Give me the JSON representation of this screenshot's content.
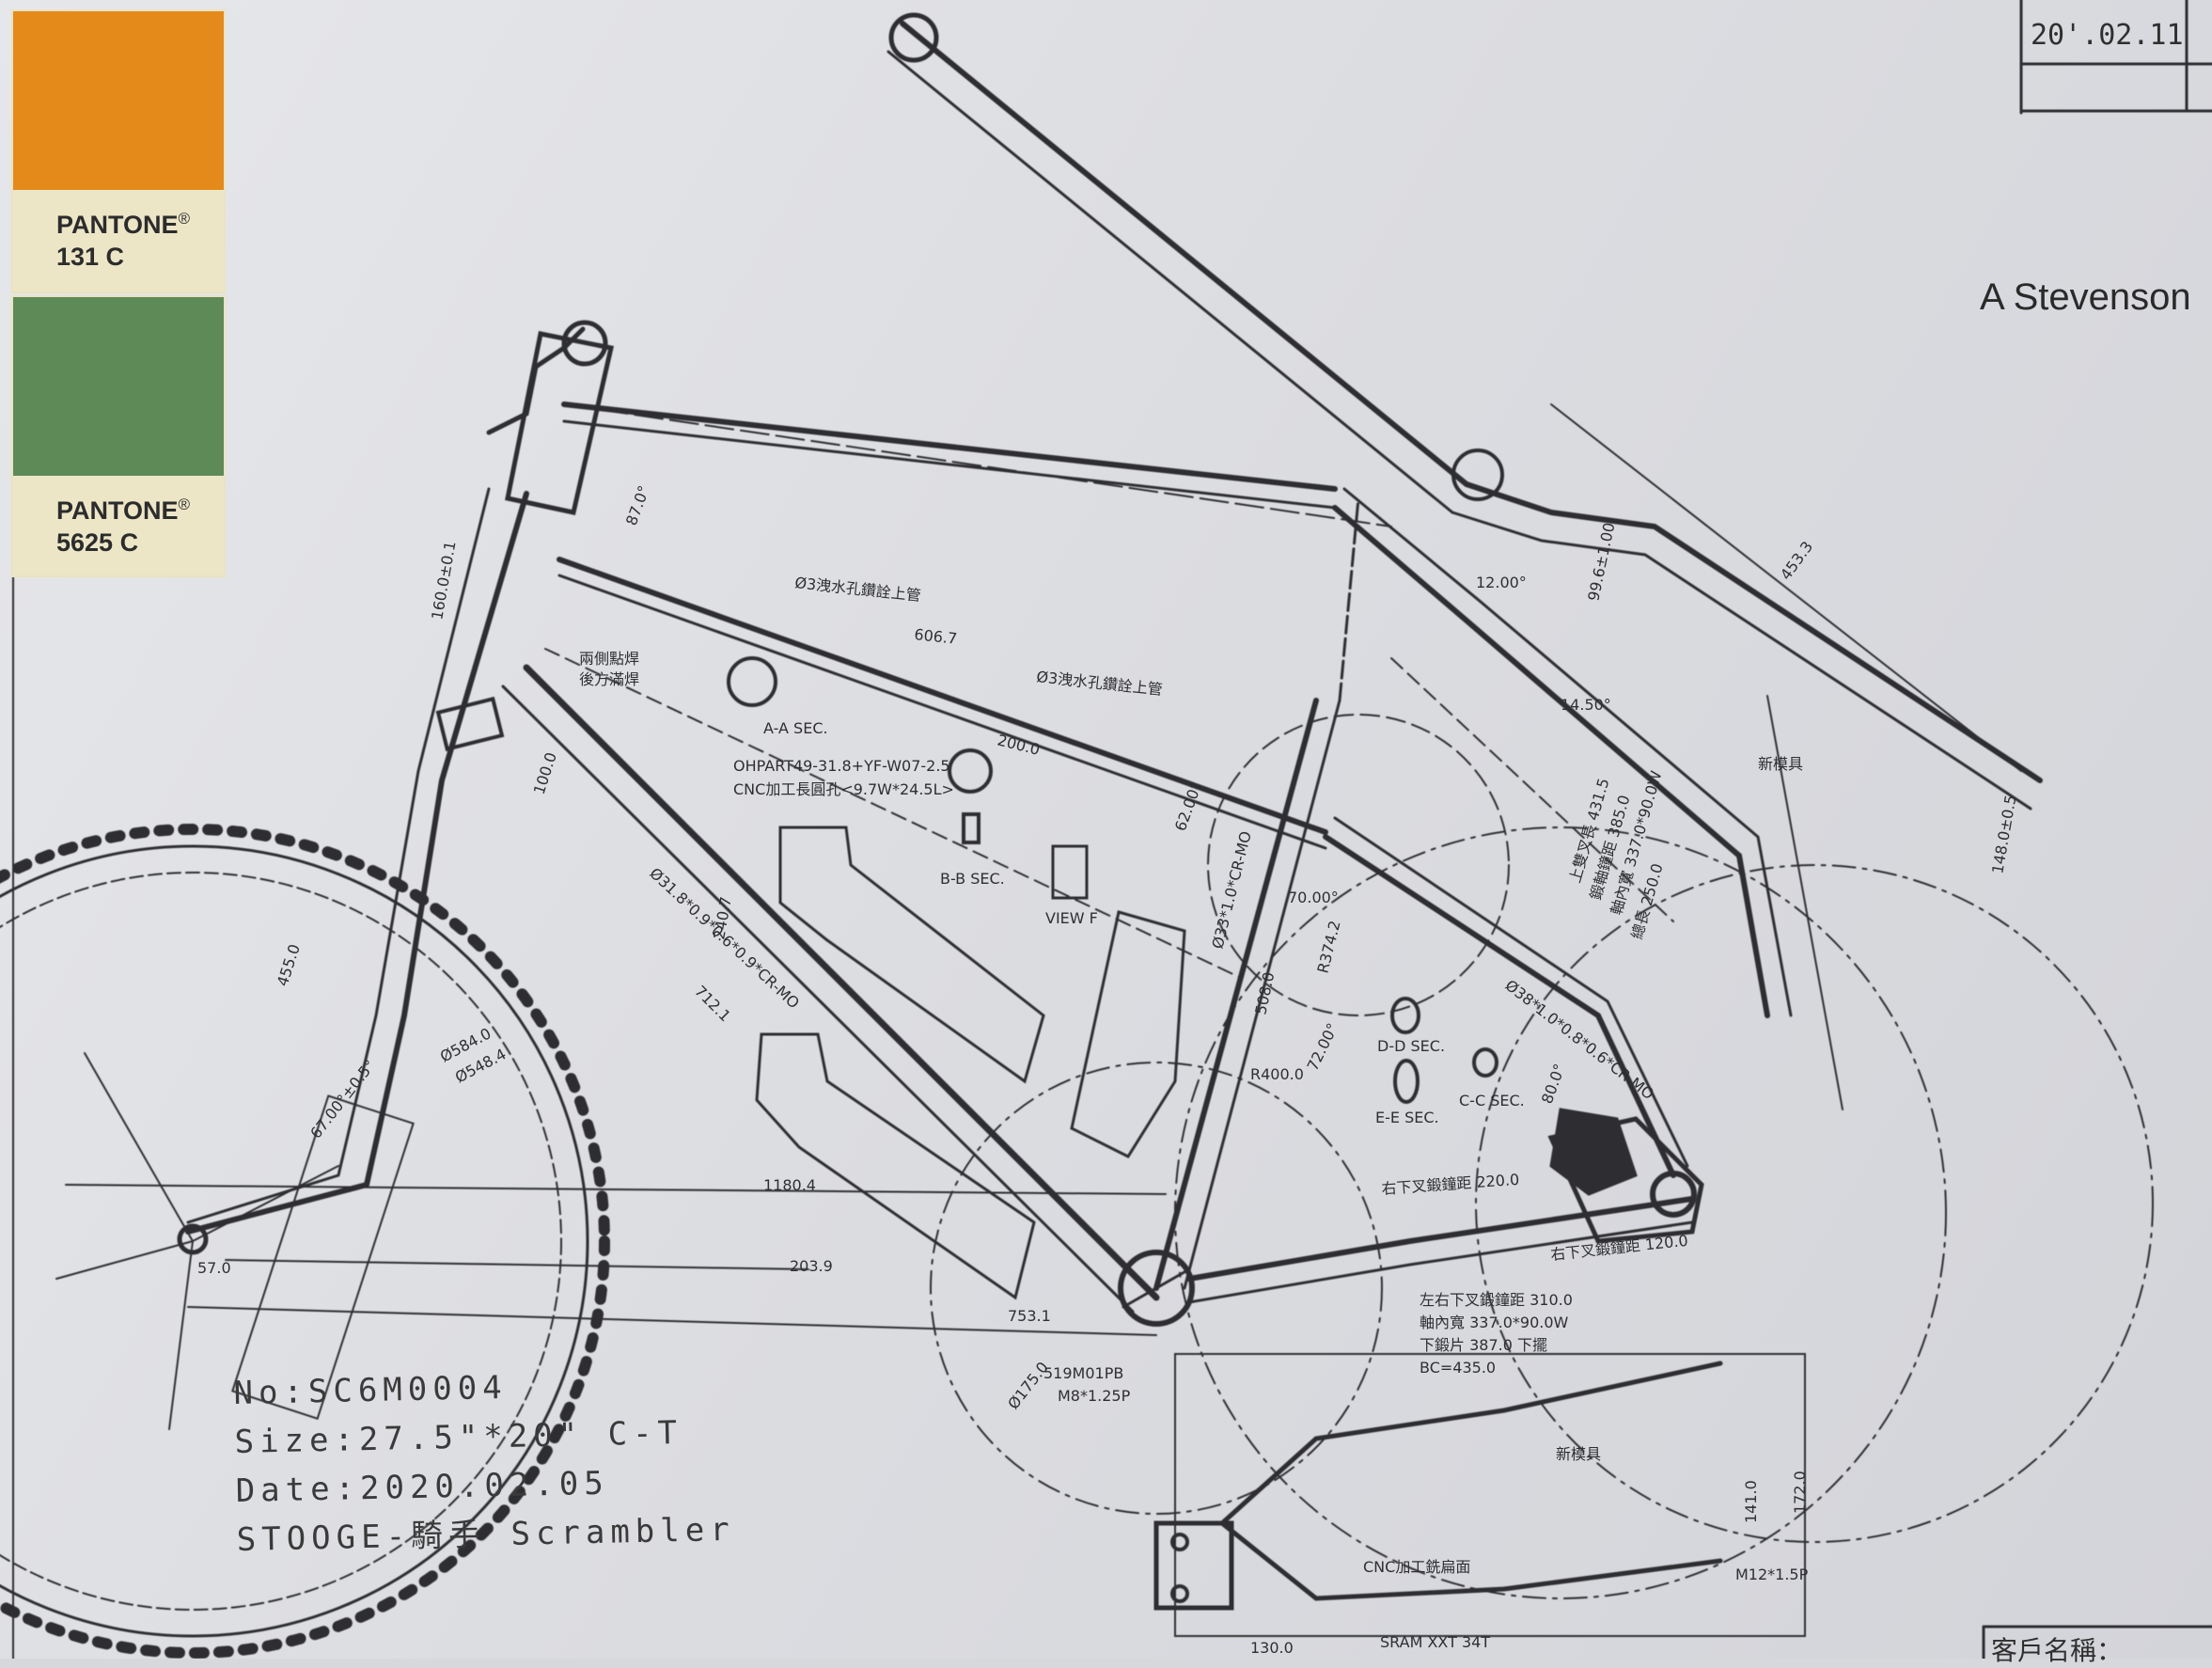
{
  "swatches": [
    {
      "brand": "PANTONE",
      "code": "131 C",
      "color": "#e48a1b"
    },
    {
      "brand": "PANTONE",
      "code": "5625 C",
      "color": "#5e8a57"
    }
  ],
  "title_block": {
    "date": "20'.02.11",
    "partial_label": "客戶名稱："
  },
  "author": "A Stevenson",
  "info": {
    "number": "No:SC6M0004",
    "size": "Size:27.5\"*20\" C-T",
    "date": "Date:2020.02.05",
    "model": "STOOGE-騎手 Scrambler"
  },
  "sections": {
    "aa": "A-A SEC.",
    "bb": "B-B SEC.",
    "dd": "D-D SEC.",
    "ee": "E-E SEC.",
    "cc": "C-C SEC.",
    "view_f": "VIEW F"
  },
  "notes": {
    "ohpart": "OHPART49-31.8+YF-W07-2.5",
    "cnc_hole": "CNC加工長圓孔<9.7W*24.5L>",
    "water_hole_1": "Ø3洩水孔鑽詮上管",
    "water_hole_2": "Ø3洩水孔鑽詮上管",
    "weld_1": "兩側點焊",
    "weld_2": "後方滿焊",
    "new_tool_1": "新模具",
    "new_tool_2": "新模具",
    "cnc_flat": "CNC加工銑扁面",
    "sram": "SRAM XXT 34T",
    "bolt": "M8*1.25P",
    "bolt2": "M12*1.5P",
    "part_519": "519M01PB",
    "cr_mo_1": "Ø31.8*0.9*0.6*0.9*CR-MO",
    "cr_mo_2": "Ø38*1.0*0.8*0.6*CR-MO",
    "cr_mo_3": "Ø33*1.0*CR-MO",
    "upper_rear": "上雙叉長 431.5",
    "upper_w": "鍛軸鐘距 385.0",
    "upper_dim": "軸內寬 337.0*90.0W",
    "upper_len": "總長 250.0",
    "lower_1": "左右下叉鍛鐘距 310.0",
    "lower_2": "軸內寬 337.0*90.0W",
    "lower_3": "下鍛片 387.0 下擺",
    "lower_4": "BC=435.0",
    "rear_a": "右下叉鍛鐘距 220.0",
    "rear_b": "右下叉鍛鐘距 120.0"
  },
  "dims": {
    "d1180": "1180.4",
    "d753": "753.1",
    "d712": "712.1",
    "d606": "606.7",
    "d455": "455.0",
    "d584": "Ø584.0",
    "d548": "Ø548.4",
    "d203": "203.9",
    "d200": "200.0",
    "d453": "453.3",
    "d508": "508.0",
    "d374": "R374.2",
    "d400": "R400.0",
    "d160": "160.0±0.1",
    "d240": "240.7",
    "d67": "67.00°±0.5°",
    "d72": "72.00°",
    "d70": "70.00°",
    "d62": "62.00°",
    "d14": "14.50°",
    "d12": "12.00°",
    "d87": "87.0°",
    "d57": "57.0",
    "d100": "100.0",
    "d175": "Ø175.0",
    "d99": "99.6±1.00",
    "d80": "80.0°",
    "d148": "148.0±0.5",
    "d141": "141.0",
    "d172": "172.0",
    "d130": "130.0"
  }
}
